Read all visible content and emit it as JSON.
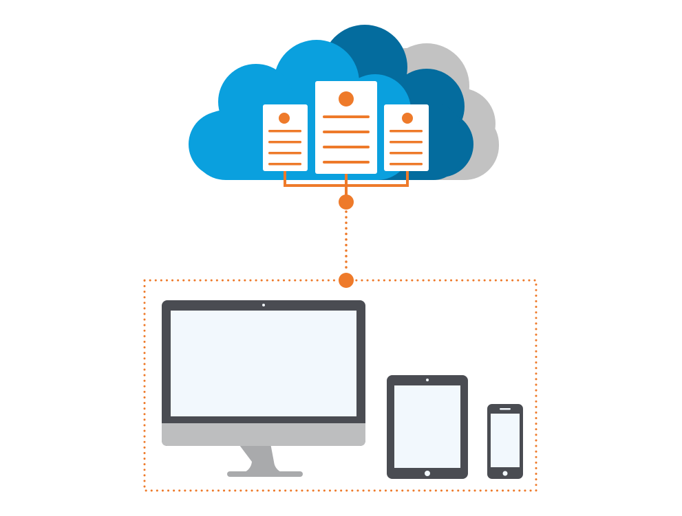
{
  "diagram": {
    "colors": {
      "background": "#ffffff",
      "cloud_front": "#0aa0de",
      "cloud_back": "#046c9e",
      "cloud_shadow": "#c2c2c2",
      "accent": "#ee7a2a",
      "server_card": "#ffffff",
      "device_frame": "#4a4c52",
      "device_screen": "#f2f8fd",
      "monitor_chin": "#bdbebf",
      "monitor_stand": "#a9aaac"
    },
    "cloud": {
      "servers": [
        {
          "id": "left",
          "lines": 4
        },
        {
          "id": "center",
          "lines": 4
        },
        {
          "id": "right",
          "lines": 4
        }
      ]
    },
    "link": {
      "style": "dotted",
      "endpoints": 2
    },
    "client_group": {
      "border_style": "dotted",
      "devices": [
        {
          "id": "desktop",
          "icon": "desktop-monitor-icon"
        },
        {
          "id": "tablet",
          "icon": "tablet-icon"
        },
        {
          "id": "phone",
          "icon": "smartphone-icon"
        }
      ]
    }
  }
}
